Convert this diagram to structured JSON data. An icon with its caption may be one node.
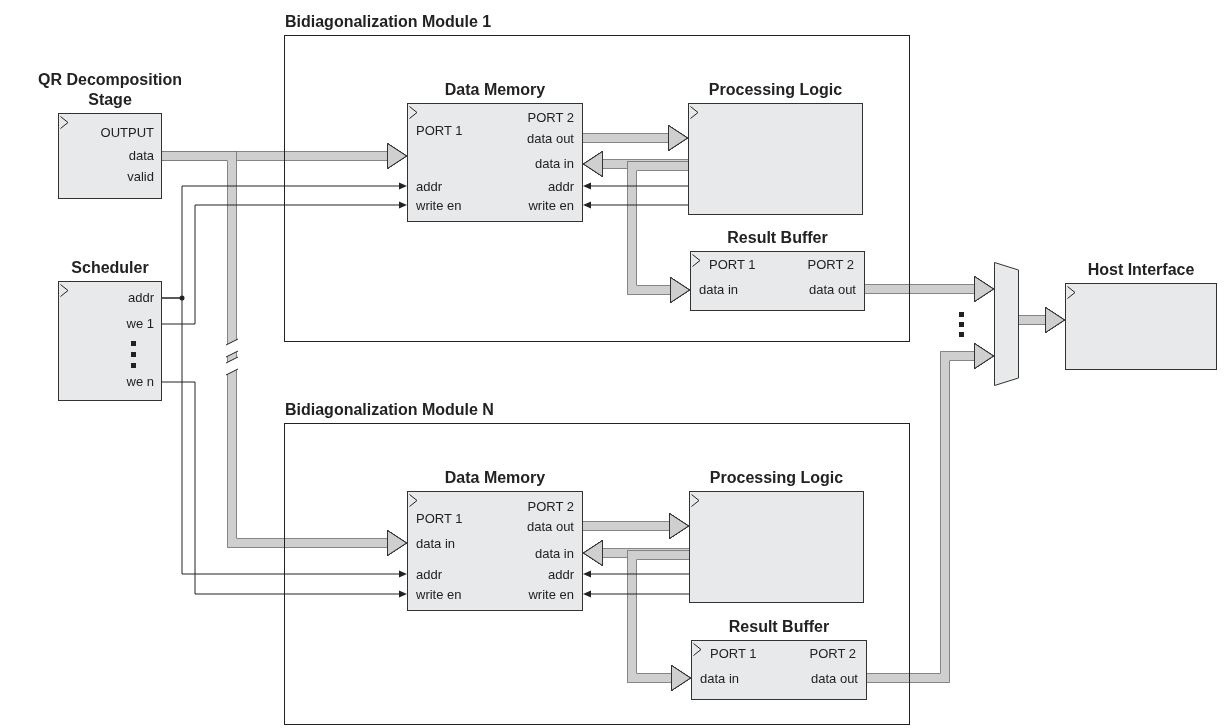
{
  "diagram": {
    "nodes": [
      {
        "text": [
          "QR Decomposition Stage",
          "OUTPUT",
          "data",
          "valid"
        ]
      },
      {
        "text": [
          "Scheduler",
          "addr",
          "we 1",
          "we n"
        ]
      },
      {
        "text": [
          "Bidiagonalization Module 1"
        ]
      },
      {
        "text": [
          "Data Memory",
          "PORT 1",
          "PORT 2",
          "data out",
          "data in",
          "addr",
          "write en",
          "addr",
          "write en"
        ],
        "in": 2
      },
      {
        "text": [
          "Processing Logic"
        ],
        "in": 2
      },
      {
        "text": [
          "Result Buffer",
          "PORT 1",
          "PORT 2",
          "data in",
          "data out"
        ],
        "in": 2
      },
      {
        "text": [
          "Bidiagonalization Module N"
        ]
      },
      {
        "text": [
          "Data Memory",
          "PORT 1",
          "PORT 2",
          "data out",
          "data in",
          "data in",
          "addr",
          "write en",
          "addr",
          "write en"
        ],
        "in": 6
      },
      {
        "text": [
          "Processing Logic"
        ],
        "in": 6
      },
      {
        "text": [
          "Result Buffer",
          "PORT 1",
          "PORT 2",
          "data in",
          "data out"
        ],
        "in": 6
      },
      {
        "text": [],
        "shape": "trapezoid"
      },
      {
        "text": [
          "Host Interface"
        ]
      }
    ],
    "edges": [
      {
        "from": 0,
        "to": 3,
        "arrow": "to"
      },
      {
        "from": 0,
        "to": 7,
        "arrow": "to"
      },
      {
        "from": 1,
        "to": 3,
        "arrow": "to",
        "color": "#222222"
      },
      {
        "from": 1,
        "to": 3,
        "arrow": "to",
        "color": "#222222"
      },
      {
        "from": 1,
        "to": 7,
        "arrow": "to",
        "color": "#222222"
      },
      {
        "from": 1,
        "to": 7,
        "arrow": "to",
        "color": "#222222"
      },
      {
        "from": 3,
        "to": 4,
        "arrow": "to"
      },
      {
        "from": 4,
        "to": 3,
        "arrow": "to"
      },
      {
        "from": 4,
        "to": 5,
        "arrow": "to"
      },
      {
        "from": 4,
        "to": 3,
        "arrow": "to",
        "color": "#222222"
      },
      {
        "from": 4,
        "to": 3,
        "arrow": "to",
        "color": "#222222"
      },
      {
        "from": 7,
        "to": 8,
        "arrow": "to"
      },
      {
        "from": 8,
        "to": 7,
        "arrow": "to"
      },
      {
        "from": 8,
        "to": 9,
        "arrow": "to"
      },
      {
        "from": 8,
        "to": 7,
        "arrow": "to",
        "color": "#222222"
      },
      {
        "from": 8,
        "to": 7,
        "arrow": "to",
        "color": "#222222"
      },
      {
        "from": 5,
        "to": 10,
        "arrow": "to"
      },
      {
        "from": 9,
        "to": 10,
        "arrow": "to"
      },
      {
        "from": 10,
        "to": 11,
        "arrow": "to"
      }
    ]
  }
}
